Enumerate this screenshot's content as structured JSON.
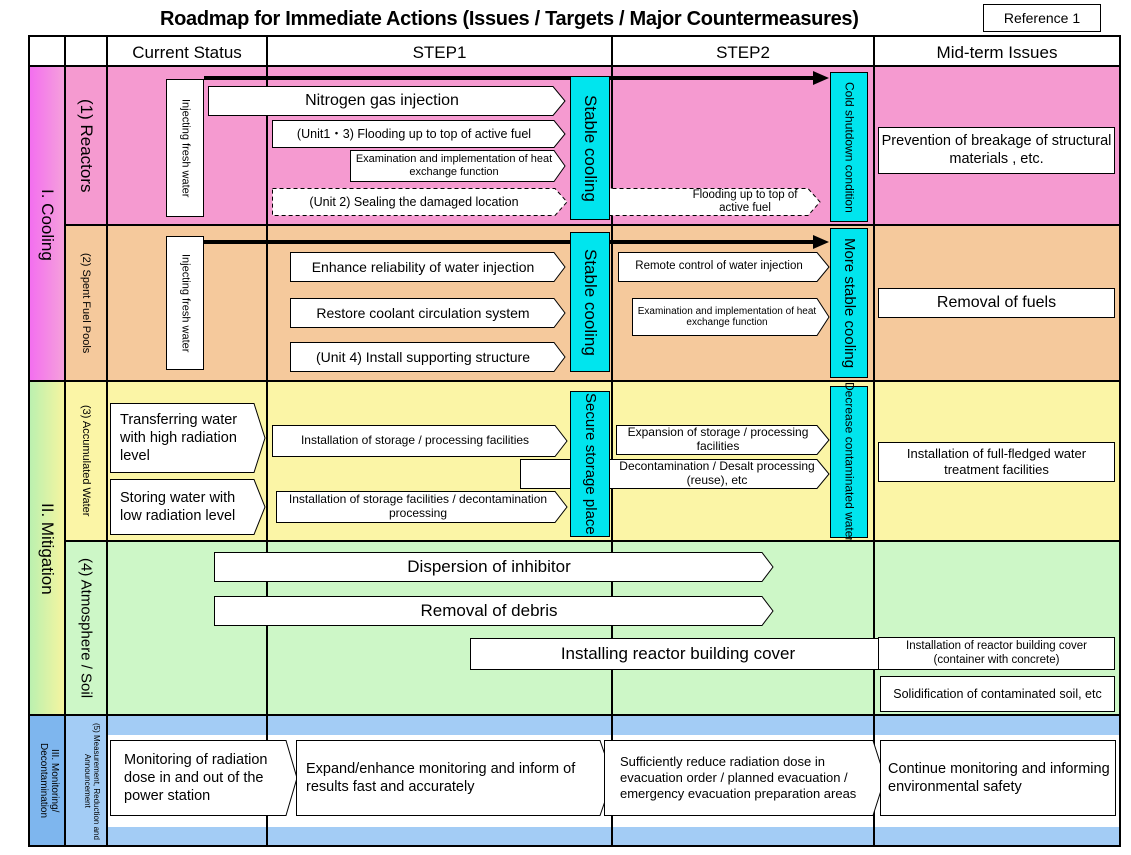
{
  "header": {
    "title": "Roadmap for Immediate Actions (Issues / Targets / Major Countermeasures)",
    "reference": "Reference 1"
  },
  "columns": [
    "Current Status",
    "STEP1",
    "STEP2",
    "Mid-term Issues"
  ],
  "sections": {
    "cooling": "I.   Cooling",
    "mitigation": "II.   Mitigation",
    "monitoring": "III.  Monitoring/ Decontamination"
  },
  "rows": {
    "reactors": "(1) Reactors",
    "spent_fuel": "(2) Spent Fuel Pools",
    "accumulated_water": "(3) Accumulated Water",
    "atmosphere": "(4) Atmosphere / Soil",
    "measurement": "(5) Measurement, Reduction and Announcement"
  },
  "reactors": {
    "current": "Injecting fresh water",
    "nitrogen": "Nitrogen gas injection",
    "flooding13": "(Unit1・3) Flooding up to top of active fuel",
    "heat_exchange": "Examination and implementation of heat exchange function",
    "sealing": "(Unit 2) Sealing the damaged location",
    "flooding_top": "Flooding up to top of active fuel",
    "target1": "Stable cooling",
    "target2": "Cold shutdown condition",
    "midterm": "Prevention of breakage of structural materials , etc."
  },
  "spent_fuel": {
    "current": "Injecting fresh water",
    "reliability": "Enhance reliability of water injection",
    "coolant": "Restore coolant circulation system",
    "support": "(Unit 4) Install supporting structure",
    "remote": "Remote control of water injection",
    "heat_exchange": "Examination and implementation of heat exchange function",
    "target1": "Stable cooling",
    "target2": "More stable cooling",
    "midterm": "Removal of fuels"
  },
  "accumulated_water": {
    "transfer": "Transferring water with high radiation level",
    "storing": "Storing water with low radiation level",
    "storage_install": "Installation of storage / processing facilities",
    "storage_decon": "Installation of storage facilities / decontamination processing",
    "expansion": "Expansion of storage / processing facilities",
    "desalt": "Decontamination / Desalt processing (reuse), etc",
    "target1": "Secure storage place",
    "target2": "Decrease contaminated water",
    "midterm": "Installation of full-fledged water treatment facilities"
  },
  "atmosphere": {
    "inhibitor": "Dispersion of inhibitor",
    "debris": "Removal of debris",
    "cover": "Installing reactor building cover",
    "cover_install": "Installation of reactor building cover (container with concrete)",
    "solidification": "Solidification of contaminated soil, etc"
  },
  "monitoring": {
    "current": "Monitoring of radiation dose in and out of the power station",
    "step1": "Expand/enhance monitoring and inform of results fast and accurately",
    "step2": "Sufficiently reduce radiation dose in evacuation order / planned evacuation / emergency evacuation preparation areas",
    "midterm": "Continue monitoring and informing environmental safety"
  },
  "colors": {
    "reactors_bg": "#f59ad0",
    "spent_fuel_bg": "#f5c99c",
    "water_bg": "#fbf5a6",
    "atmosphere_bg": "#cdf7c7",
    "monitoring_bg": "#a3ccf5",
    "cooling_label_bg": "#f36cf0",
    "mitigation_label_bg": "#c5f5c0",
    "target_cyan": "#00e5ee"
  }
}
